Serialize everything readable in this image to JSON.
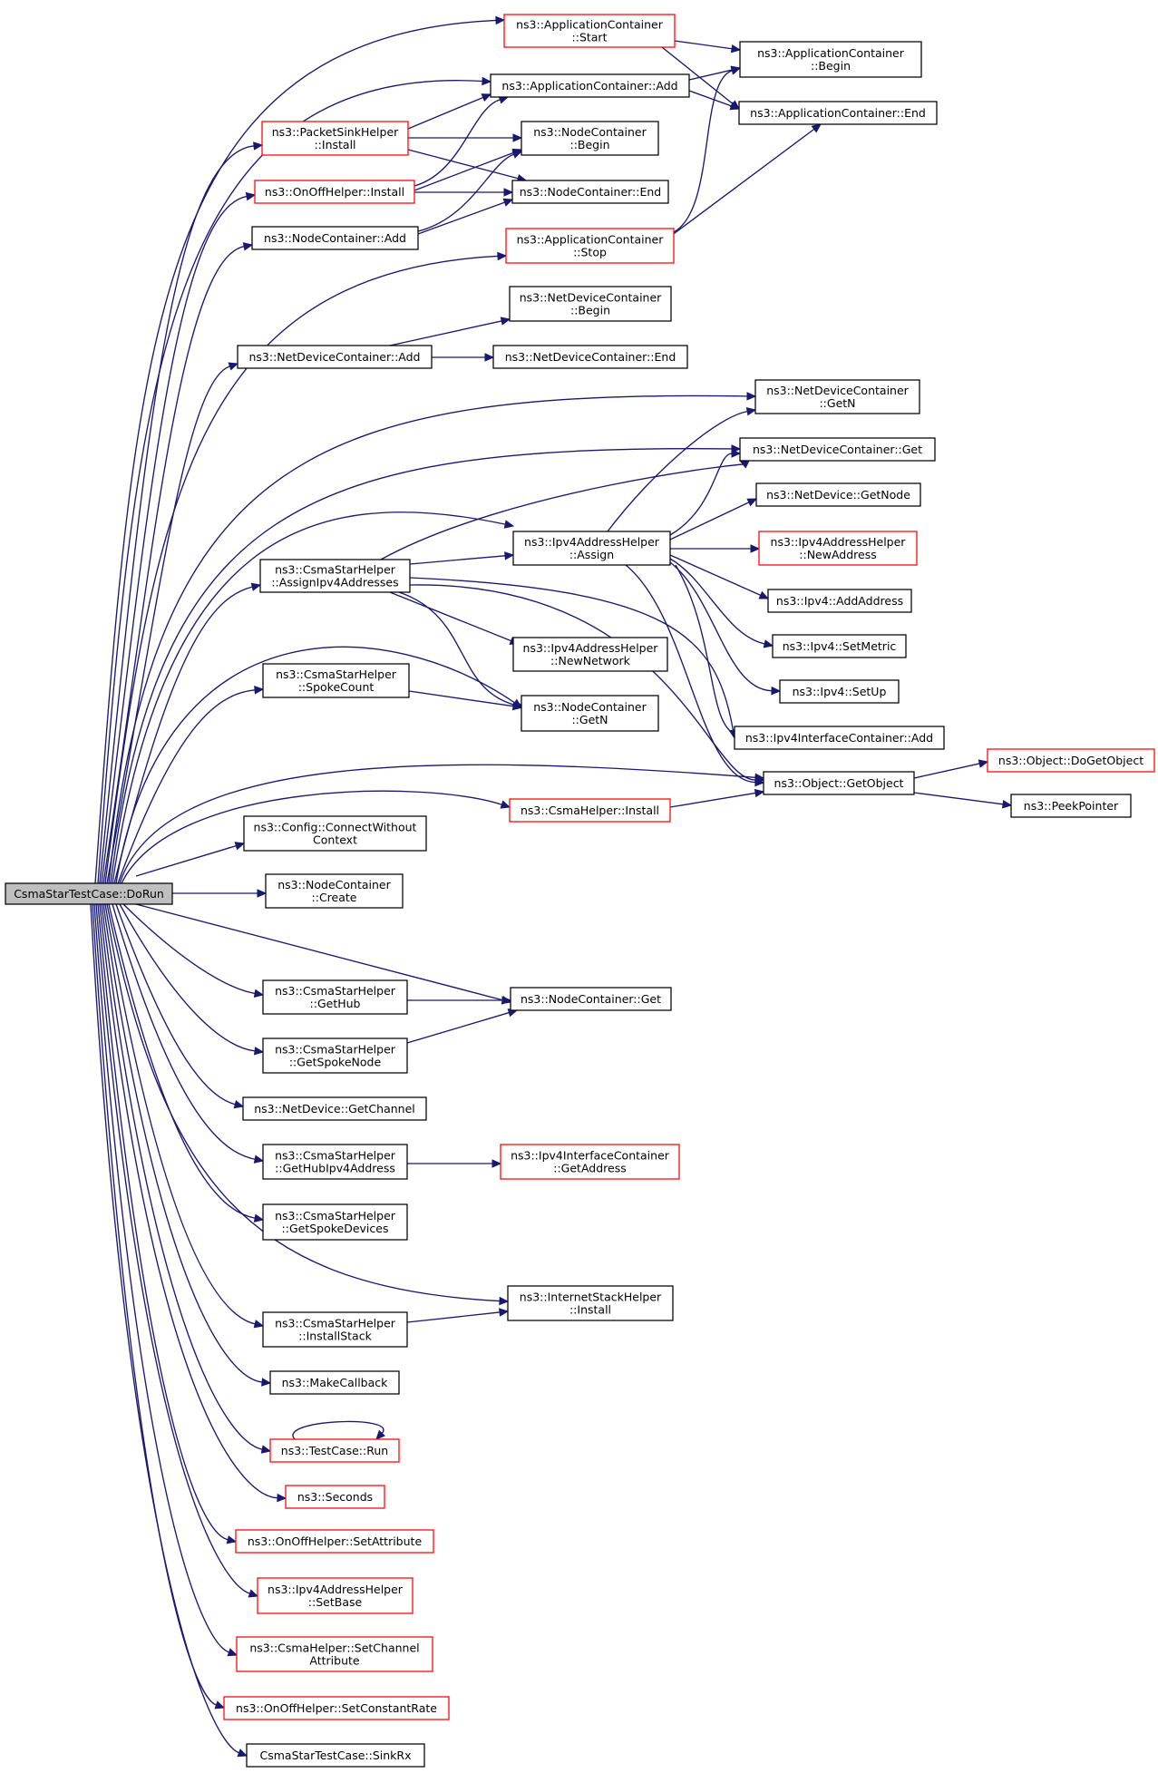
{
  "colors": {
    "edge": "#191970",
    "box_border_default": "#000000",
    "box_border_linked": "#ff0000",
    "root_fill": "#bfbfbf",
    "fill": "#ffffff"
  },
  "nodes": [
    {
      "id": "root",
      "lines": [
        "CsmaStarTestCase::DoRun"
      ],
      "style": "root"
    },
    {
      "id": "acStart",
      "lines": [
        "ns3::ApplicationContainer",
        "::Start"
      ],
      "style": "linked"
    },
    {
      "id": "acAdd",
      "lines": [
        "ns3::ApplicationContainer::Add"
      ],
      "style": "default"
    },
    {
      "id": "acBegin",
      "lines": [
        "ns3::ApplicationContainer",
        "::Begin"
      ],
      "style": "default"
    },
    {
      "id": "acEnd",
      "lines": [
        "ns3::ApplicationContainer::End"
      ],
      "style": "default"
    },
    {
      "id": "psInstall",
      "lines": [
        "ns3::PacketSinkHelper",
        "::Install"
      ],
      "style": "linked"
    },
    {
      "id": "ncBegin",
      "lines": [
        "ns3::NodeContainer",
        "::Begin"
      ],
      "style": "default"
    },
    {
      "id": "ooInstall",
      "lines": [
        "ns3::OnOffHelper::Install"
      ],
      "style": "linked"
    },
    {
      "id": "ncEnd",
      "lines": [
        "ns3::NodeContainer::End"
      ],
      "style": "default"
    },
    {
      "id": "ncAdd",
      "lines": [
        "ns3::NodeContainer::Add"
      ],
      "style": "default"
    },
    {
      "id": "acStop",
      "lines": [
        "ns3::ApplicationContainer",
        "::Stop"
      ],
      "style": "linked"
    },
    {
      "id": "ndcBegin",
      "lines": [
        "ns3::NetDeviceContainer",
        "::Begin"
      ],
      "style": "default"
    },
    {
      "id": "ndcAdd",
      "lines": [
        "ns3::NetDeviceContainer::Add"
      ],
      "style": "default"
    },
    {
      "id": "ndcEnd",
      "lines": [
        "ns3::NetDeviceContainer::End"
      ],
      "style": "default"
    },
    {
      "id": "ndcGetN",
      "lines": [
        "ns3::NetDeviceContainer",
        "::GetN"
      ],
      "style": "default"
    },
    {
      "id": "ndcGet",
      "lines": [
        "ns3::NetDeviceContainer::Get"
      ],
      "style": "default"
    },
    {
      "id": "ndGetNode",
      "lines": [
        "ns3::NetDevice::GetNode"
      ],
      "style": "default"
    },
    {
      "id": "ipv4Assign",
      "lines": [
        "ns3::Ipv4AddressHelper",
        "::Assign"
      ],
      "style": "default"
    },
    {
      "id": "cshAssign",
      "lines": [
        "ns3::CsmaStarHelper",
        "::AssignIpv4Addresses"
      ],
      "style": "default"
    },
    {
      "id": "ipv4NewAddr",
      "lines": [
        "ns3::Ipv4AddressHelper",
        "::NewAddress"
      ],
      "style": "linked"
    },
    {
      "id": "ipv4AddAddress",
      "lines": [
        "ns3::Ipv4::AddAddress"
      ],
      "style": "default"
    },
    {
      "id": "ipv4NewNet",
      "lines": [
        "ns3::Ipv4AddressHelper",
        "::NewNetwork"
      ],
      "style": "default"
    },
    {
      "id": "ipv4SetMetric",
      "lines": [
        "ns3::Ipv4::SetMetric"
      ],
      "style": "default"
    },
    {
      "id": "cshSpokeCount",
      "lines": [
        "ns3::CsmaStarHelper",
        "::SpokeCount"
      ],
      "style": "default"
    },
    {
      "id": "ipv4SetUp",
      "lines": [
        "ns3::Ipv4::SetUp"
      ],
      "style": "default"
    },
    {
      "id": "ncGetN",
      "lines": [
        "ns3::NodeContainer",
        "::GetN"
      ],
      "style": "default"
    },
    {
      "id": "iicAdd",
      "lines": [
        "ns3::Ipv4InterfaceContainer::Add"
      ],
      "style": "default"
    },
    {
      "id": "objDoGet",
      "lines": [
        "ns3::Object::DoGetObject"
      ],
      "style": "linked"
    },
    {
      "id": "objGet",
      "lines": [
        "ns3::Object::GetObject"
      ],
      "style": "default"
    },
    {
      "id": "csmaInstall",
      "lines": [
        "ns3::CsmaHelper::Install"
      ],
      "style": "linked"
    },
    {
      "id": "peek",
      "lines": [
        "ns3::PeekPointer"
      ],
      "style": "default"
    },
    {
      "id": "cfgConnect",
      "lines": [
        "ns3::Config::ConnectWithout",
        "Context"
      ],
      "style": "default"
    },
    {
      "id": "ncCreate",
      "lines": [
        "ns3::NodeContainer",
        "::Create"
      ],
      "style": "default"
    },
    {
      "id": "cshGetHub",
      "lines": [
        "ns3::CsmaStarHelper",
        "::GetHub"
      ],
      "style": "default"
    },
    {
      "id": "ncGet",
      "lines": [
        "ns3::NodeContainer::Get"
      ],
      "style": "default"
    },
    {
      "id": "cshGetSpokeNode",
      "lines": [
        "ns3::CsmaStarHelper",
        "::GetSpokeNode"
      ],
      "style": "default"
    },
    {
      "id": "ndGetChannel",
      "lines": [
        "ns3::NetDevice::GetChannel"
      ],
      "style": "default"
    },
    {
      "id": "cshGetHubIpv4",
      "lines": [
        "ns3::CsmaStarHelper",
        "::GetHubIpv4Address"
      ],
      "style": "default"
    },
    {
      "id": "iicGetAddress",
      "lines": [
        "ns3::Ipv4InterfaceContainer",
        "::GetAddress"
      ],
      "style": "linked"
    },
    {
      "id": "cshGetSpokeDevices",
      "lines": [
        "ns3::CsmaStarHelper",
        "::GetSpokeDevices"
      ],
      "style": "default"
    },
    {
      "id": "ishInstall",
      "lines": [
        "ns3::InternetStackHelper",
        "::Install"
      ],
      "style": "default"
    },
    {
      "id": "cshInstallStack",
      "lines": [
        "ns3::CsmaStarHelper",
        "::InstallStack"
      ],
      "style": "default"
    },
    {
      "id": "makeCallback",
      "lines": [
        "ns3::MakeCallback"
      ],
      "style": "default"
    },
    {
      "id": "tcRun",
      "lines": [
        "ns3::TestCase::Run"
      ],
      "style": "linked"
    },
    {
      "id": "seconds",
      "lines": [
        "ns3::Seconds"
      ],
      "style": "linked"
    },
    {
      "id": "ooSetAttr",
      "lines": [
        "ns3::OnOffHelper::SetAttribute"
      ],
      "style": "linked"
    },
    {
      "id": "ipv4SetBase",
      "lines": [
        "ns3::Ipv4AddressHelper",
        "::SetBase"
      ],
      "style": "linked"
    },
    {
      "id": "csmaSetChanAttr",
      "lines": [
        "ns3::CsmaHelper::SetChannel",
        "Attribute"
      ],
      "style": "linked"
    },
    {
      "id": "ooSetConstRate",
      "lines": [
        "ns3::OnOffHelper::SetConstantRate"
      ],
      "style": "linked"
    },
    {
      "id": "sinkRx",
      "lines": [
        "CsmaStarTestCase::SinkRx"
      ],
      "style": "default"
    }
  ],
  "edges": [
    {
      "from": "root",
      "to": "acStart"
    },
    {
      "from": "root",
      "to": "acAdd"
    },
    {
      "from": "root",
      "to": "psInstall"
    },
    {
      "from": "root",
      "to": "ooInstall"
    },
    {
      "from": "root",
      "to": "ncAdd"
    },
    {
      "from": "root",
      "to": "acStop"
    },
    {
      "from": "root",
      "to": "ndcAdd"
    },
    {
      "from": "root",
      "to": "ndcGetN"
    },
    {
      "from": "root",
      "to": "ndcGet"
    },
    {
      "from": "root",
      "to": "ipv4Assign"
    },
    {
      "from": "root",
      "to": "cshAssign"
    },
    {
      "from": "root",
      "to": "ncGetN"
    },
    {
      "from": "root",
      "to": "cshSpokeCount"
    },
    {
      "from": "root",
      "to": "objGet"
    },
    {
      "from": "root",
      "to": "csmaInstall"
    },
    {
      "from": "root",
      "to": "cfgConnect"
    },
    {
      "from": "root",
      "to": "ncCreate"
    },
    {
      "from": "root",
      "to": "ncGet"
    },
    {
      "from": "root",
      "to": "cshGetHub"
    },
    {
      "from": "root",
      "to": "cshGetSpokeNode"
    },
    {
      "from": "root",
      "to": "ndGetChannel"
    },
    {
      "from": "root",
      "to": "cshGetHubIpv4"
    },
    {
      "from": "root",
      "to": "cshGetSpokeDevices"
    },
    {
      "from": "root",
      "to": "ishInstall"
    },
    {
      "from": "root",
      "to": "cshInstallStack"
    },
    {
      "from": "root",
      "to": "makeCallback"
    },
    {
      "from": "root",
      "to": "tcRun"
    },
    {
      "from": "root",
      "to": "seconds"
    },
    {
      "from": "root",
      "to": "ooSetAttr"
    },
    {
      "from": "root",
      "to": "ipv4SetBase"
    },
    {
      "from": "root",
      "to": "csmaSetChanAttr"
    },
    {
      "from": "root",
      "to": "ooSetConstRate"
    },
    {
      "from": "root",
      "to": "sinkRx"
    },
    {
      "from": "acStart",
      "to": "acBegin"
    },
    {
      "from": "acStart",
      "to": "acEnd"
    },
    {
      "from": "acAdd",
      "to": "acBegin"
    },
    {
      "from": "acAdd",
      "to": "acEnd"
    },
    {
      "from": "psInstall",
      "to": "acAdd"
    },
    {
      "from": "psInstall",
      "to": "ncBegin"
    },
    {
      "from": "psInstall",
      "to": "ncEnd"
    },
    {
      "from": "ooInstall",
      "to": "acAdd"
    },
    {
      "from": "ooInstall",
      "to": "ncBegin"
    },
    {
      "from": "ooInstall",
      "to": "ncEnd"
    },
    {
      "from": "ncAdd",
      "to": "ncBegin"
    },
    {
      "from": "ncAdd",
      "to": "ncEnd"
    },
    {
      "from": "acStop",
      "to": "acBegin"
    },
    {
      "from": "acStop",
      "to": "acEnd"
    },
    {
      "from": "ndcAdd",
      "to": "ndcBegin"
    },
    {
      "from": "ndcAdd",
      "to": "ndcEnd"
    },
    {
      "from": "ipv4Assign",
      "to": "ndcGetN"
    },
    {
      "from": "ipv4Assign",
      "to": "ndcGet"
    },
    {
      "from": "ipv4Assign",
      "to": "ndGetNode"
    },
    {
      "from": "ipv4Assign",
      "to": "ipv4NewAddr"
    },
    {
      "from": "ipv4Assign",
      "to": "ipv4AddAddress"
    },
    {
      "from": "ipv4Assign",
      "to": "ipv4SetMetric"
    },
    {
      "from": "ipv4Assign",
      "to": "ipv4SetUp"
    },
    {
      "from": "ipv4Assign",
      "to": "iicAdd"
    },
    {
      "from": "ipv4Assign",
      "to": "objGet"
    },
    {
      "from": "cshAssign",
      "to": "ndcGet"
    },
    {
      "from": "cshAssign",
      "to": "ipv4Assign"
    },
    {
      "from": "cshAssign",
      "to": "ipv4NewNet"
    },
    {
      "from": "cshAssign",
      "to": "ncGetN"
    },
    {
      "from": "cshAssign",
      "to": "iicAdd"
    },
    {
      "from": "cshAssign",
      "to": "objGet"
    },
    {
      "from": "cshSpokeCount",
      "to": "ncGetN"
    },
    {
      "from": "objGet",
      "to": "objDoGet"
    },
    {
      "from": "objGet",
      "to": "peek"
    },
    {
      "from": "csmaInstall",
      "to": "objGet"
    },
    {
      "from": "cshGetHub",
      "to": "ncGet"
    },
    {
      "from": "cshGetSpokeNode",
      "to": "ncGet"
    },
    {
      "from": "cshGetHubIpv4",
      "to": "iicGetAddress"
    },
    {
      "from": "cshInstallStack",
      "to": "ishInstall"
    },
    {
      "from": "tcRun",
      "to": "tcRun"
    }
  ]
}
